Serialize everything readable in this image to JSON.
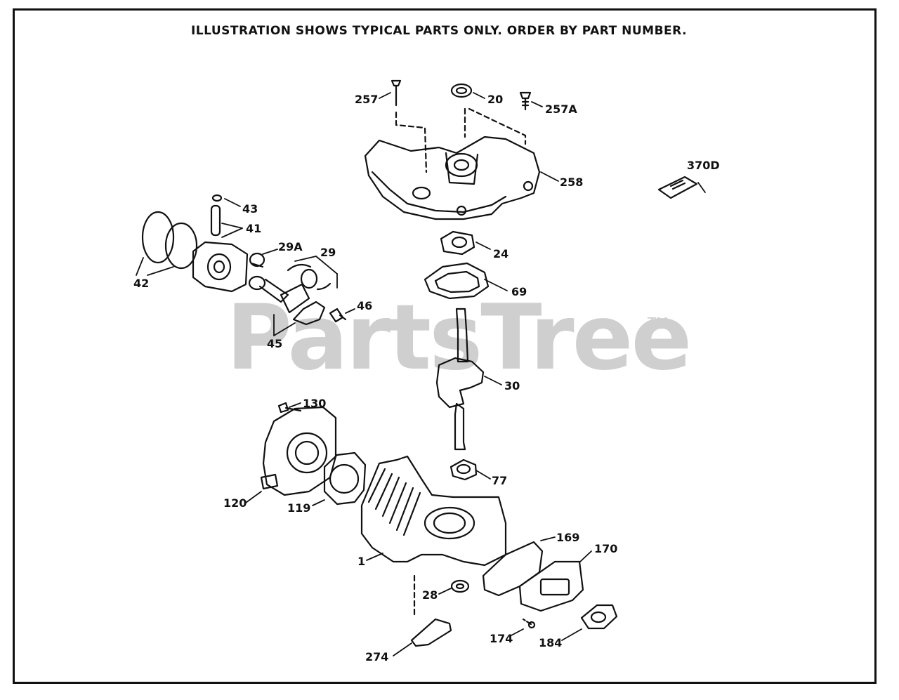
{
  "header": "ILLUSTRATION SHOWS TYPICAL PARTS ONLY. ORDER BY PART NUMBER.",
  "watermark": {
    "text": "PartsTree",
    "tm": "TM",
    "color": "#cfcfcf"
  },
  "parts": {
    "p257": "257",
    "p20": "20",
    "p257A": "257A",
    "p258": "258",
    "p370D": "370D",
    "p43": "43",
    "p41": "41",
    "p29A": "29A",
    "p29": "29",
    "p42": "42",
    "p24": "24",
    "p69": "69",
    "p46": "46",
    "p45": "45",
    "p30": "30",
    "p130": "130",
    "p77": "77",
    "p120": "120",
    "p119": "119",
    "p169": "169",
    "p170": "170",
    "p1": "1",
    "p28": "28",
    "p174": "174",
    "p184": "184",
    "p274": "274"
  }
}
